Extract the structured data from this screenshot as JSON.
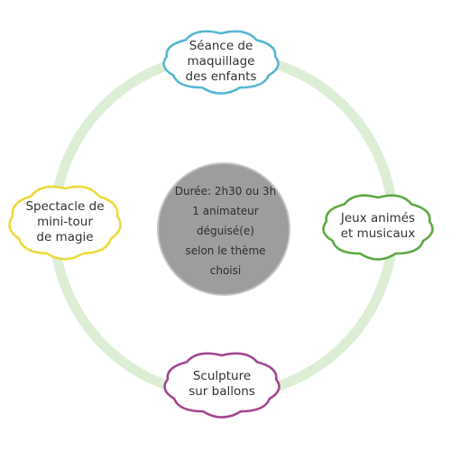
{
  "colors": {
    "ring": "#dcefd6",
    "center_fill": "#9d9d9d",
    "center_stroke": "#c3c3c3",
    "top": "#55b6d3",
    "right": "#5ea944",
    "bottom": "#a3478f",
    "left": "#ebda3a"
  },
  "center": {
    "lines": [
      "Durée: 2h30 ou 3h",
      "1 animateur",
      "déguisé(e)",
      "selon le thème",
      "choisi"
    ]
  },
  "clouds": {
    "top": {
      "lines": [
        "Séance de",
        "maquillage",
        "des enfants"
      ]
    },
    "right": {
      "lines": [
        "Jeux animés",
        "et musicaux"
      ]
    },
    "bottom": {
      "lines": [
        "Sculpture",
        "sur ballons"
      ]
    },
    "left": {
      "lines": [
        "Spectacle de",
        "mini-tour",
        "de magie"
      ]
    }
  }
}
